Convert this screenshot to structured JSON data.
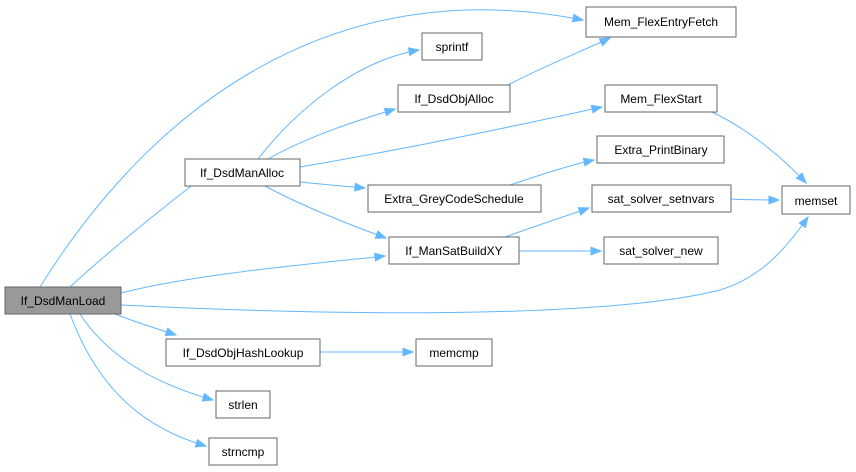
{
  "graph": {
    "nodes": {
      "root": {
        "label": "If_DsdManLoad"
      },
      "dsdmanalloc": {
        "label": "If_DsdManAlloc"
      },
      "hashlookup": {
        "label": "If_DsdObjHashLookup"
      },
      "strlen": {
        "label": "strlen"
      },
      "strncmp": {
        "label": "strncmp"
      },
      "sprintf": {
        "label": "sprintf"
      },
      "objalloc": {
        "label": "If_DsdObjAlloc"
      },
      "greycode": {
        "label": "Extra_GreyCodeSchedule"
      },
      "satbuild": {
        "label": "If_ManSatBuildXY"
      },
      "memcmp": {
        "label": "memcmp"
      },
      "entryfetch": {
        "label": "Mem_FlexEntryFetch"
      },
      "flexstart": {
        "label": "Mem_FlexStart"
      },
      "printbinary": {
        "label": "Extra_PrintBinary"
      },
      "setnvars": {
        "label": "sat_solver_setnvars"
      },
      "solvernew": {
        "label": "sat_solver_new"
      },
      "memset": {
        "label": "memset"
      }
    },
    "colors": {
      "edge": "#63b8ff",
      "node_border": "#666666",
      "node_fill": "#ffffff",
      "root_fill": "#999999"
    }
  }
}
